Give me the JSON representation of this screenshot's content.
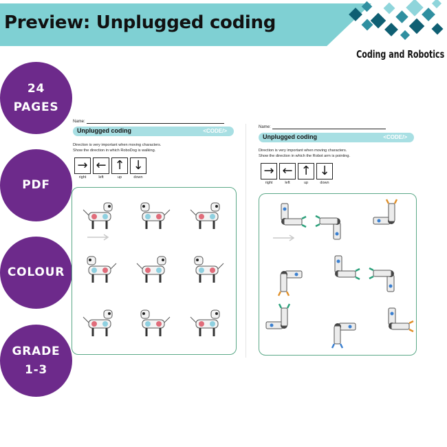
{
  "header": {
    "title": "Preview: Unplugged coding",
    "brand": "Coding and Robotics"
  },
  "badges": [
    {
      "lines": [
        "24",
        "PAGES"
      ]
    },
    {
      "lines": [
        "PDF"
      ]
    },
    {
      "lines": [
        "COLOUR"
      ]
    },
    {
      "lines": [
        "GRADE",
        "1-3"
      ]
    }
  ],
  "colors": {
    "banner": "#7fd0d3",
    "badge": "#6d2a8b",
    "sheet_banner": "#a8dfe3",
    "grid_border": "#5aa887",
    "logo_dark": "#0f5f73",
    "logo_mid": "#2f8fa0",
    "logo_light": "#8fd5db"
  },
  "worksheet_left": {
    "name_label": "Name:",
    "title": "Unplugged coding",
    "code_tag": "<CODE/>",
    "instruction_1": "Direction is very important when moving characters.",
    "instruction_2": "Show the direction in which RoboDog is walking.",
    "arrows": [
      {
        "symbol": "→",
        "label": "right"
      },
      {
        "symbol": "←",
        "label": "left"
      },
      {
        "symbol": "↑",
        "label": "up"
      },
      {
        "symbol": "↓",
        "label": "down"
      }
    ],
    "figure": "robot-dog"
  },
  "worksheet_right": {
    "name_label": "Name:",
    "title": "Unplugged coding",
    "code_tag": "<CODE/>",
    "instruction_1": "Direction is very important when moving characters.",
    "instruction_2": "Show the direction in which the Robot arm is pointing.",
    "arrows": [
      {
        "symbol": "→",
        "label": "right"
      },
      {
        "symbol": "←",
        "label": "left"
      },
      {
        "symbol": "↑",
        "label": "up"
      },
      {
        "symbol": "↓",
        "label": "down"
      }
    ],
    "figure": "robot-arm"
  }
}
